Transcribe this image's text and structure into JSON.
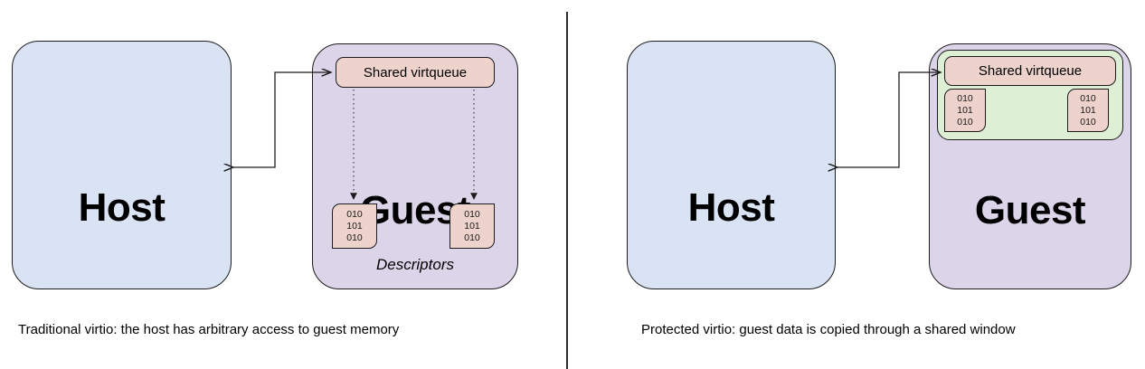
{
  "panels": [
    {
      "id": "traditional",
      "host": {
        "label": "Host"
      },
      "guest": {
        "label": "Guest"
      },
      "virtqueue": {
        "label": "Shared virtqueue"
      },
      "descriptors": {
        "caption": "Descriptors",
        "items": [
          {
            "lines": [
              "010",
              "101",
              "010"
            ]
          },
          {
            "lines": [
              "010",
              "101",
              "010"
            ]
          }
        ]
      },
      "caption": "Traditional virtio: the host has arbitrary access to guest memory"
    },
    {
      "id": "protected",
      "host": {
        "label": "Host"
      },
      "guest": {
        "label": "Guest"
      },
      "virtqueue": {
        "label": "Shared virtqueue"
      },
      "descriptors": {
        "items": [
          {
            "lines": [
              "010",
              "101",
              "010"
            ]
          },
          {
            "lines": [
              "010",
              "101",
              "010"
            ]
          }
        ]
      },
      "caption": "Protected virtio: guest data is copied through a shared window"
    }
  ],
  "colors": {
    "host_fill": "#d9e3f3",
    "guest_fill": "#dcd5ea",
    "virtqueue_fill": "#eed2cc",
    "descriptor_fill": "#eed2cc",
    "shared_window_fill": "#ddefd4",
    "stroke": "#1c1c1c",
    "divider": "#2b2b2b",
    "background": "#ffffff"
  }
}
